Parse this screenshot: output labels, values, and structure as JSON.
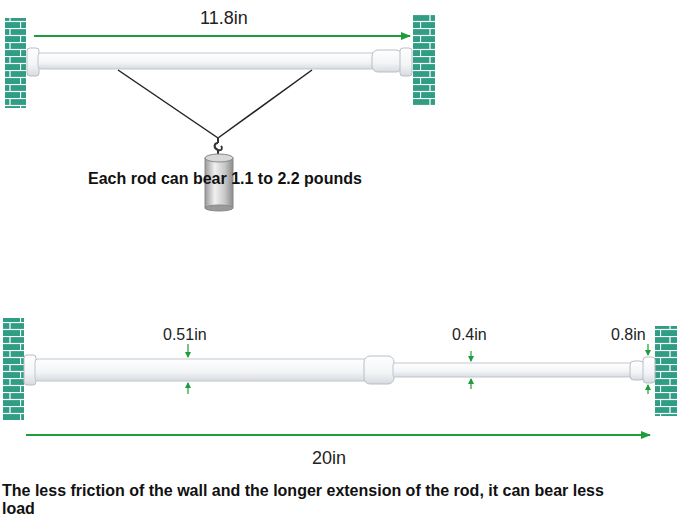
{
  "diagram": {
    "labels": [
      "11.8in",
      "Each rod can bear 1.1 to 2.2 pounds",
      "0.51in",
      "0.4in",
      "0.8in",
      "20in",
      "The less friction of the wall and the longer extension of the rod, it can bear less load"
    ]
  }
}
